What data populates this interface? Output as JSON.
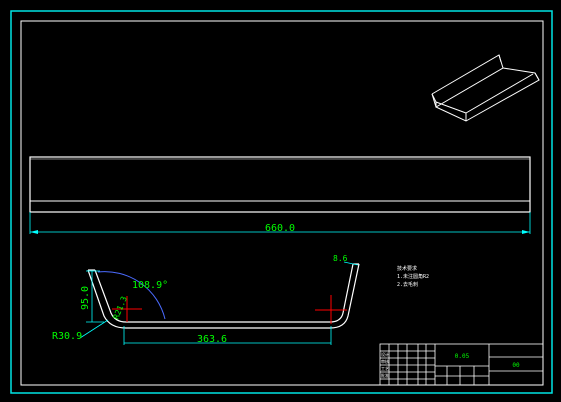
{
  "colors": {
    "background": "#000000",
    "outer_frame": "#00e5e5",
    "inner_frame": "#ffffff",
    "geometry": "#ffffff",
    "dimension": "#00ffff",
    "dimension_text": "#00ff00",
    "center_mark": "#ff0000",
    "arc": "#4b6bff"
  },
  "dimensions": {
    "length": "660.0",
    "inner_width": "363.6",
    "height": "95.0",
    "angle": "108.9°",
    "inner_radius": "R21.3",
    "outer_radius": "R30.9",
    "thickness": "8.6"
  },
  "notes": [
    "技术要求",
    "1.未注圆角R2",
    "2.去毛刺"
  ],
  "title_block": {
    "scale": "0.05",
    "drawing_no": "00",
    "row_text": [
      "设计",
      "审核",
      "工艺",
      "批准"
    ]
  }
}
